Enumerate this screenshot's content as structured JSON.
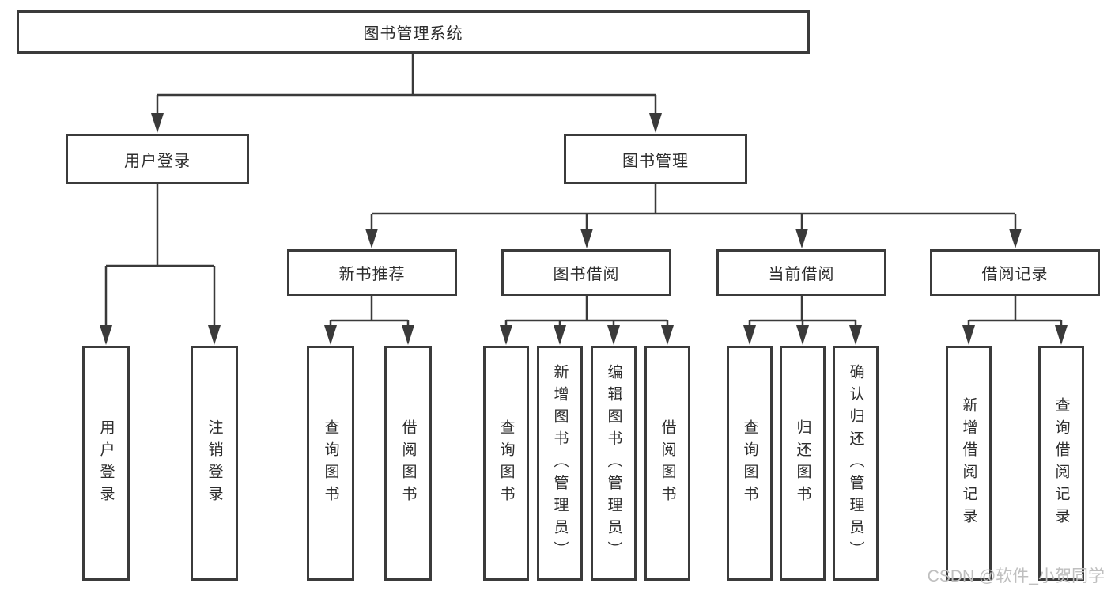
{
  "diagram": {
    "type": "hierarchy-tree",
    "colors": {
      "line": "#3a3a3a",
      "box_border": "#3b3b3b",
      "box_fill": "#ffffff",
      "text": "#2d2d2d",
      "watermark": "#bfbfbf",
      "background": "#ffffff"
    },
    "tree": {
      "label": "图书管理系统",
      "children": [
        {
          "label": "用户登录",
          "children": [
            {
              "label": "用户登录"
            },
            {
              "label": "注销登录"
            }
          ]
        },
        {
          "label": "图书管理",
          "children": [
            {
              "label": "新书推荐",
              "children": [
                {
                  "label": "查询图书"
                },
                {
                  "label": "借阅图书"
                }
              ]
            },
            {
              "label": "图书借阅",
              "children": [
                {
                  "label": "查询图书"
                },
                {
                  "label": "新增图书（管理员）"
                },
                {
                  "label": "编辑图书（管理员）"
                },
                {
                  "label": "借阅图书"
                }
              ]
            },
            {
              "label": "当前借阅",
              "children": [
                {
                  "label": "查询图书"
                },
                {
                  "label": "归还图书"
                },
                {
                  "label": "确认归还（管理员）"
                }
              ]
            },
            {
              "label": "借阅记录",
              "children": [
                {
                  "label": "新增借阅记录"
                },
                {
                  "label": "查询借阅记录"
                }
              ]
            }
          ]
        }
      ]
    },
    "watermark": {
      "text": "CSDN @软件_小贺同学"
    }
  }
}
